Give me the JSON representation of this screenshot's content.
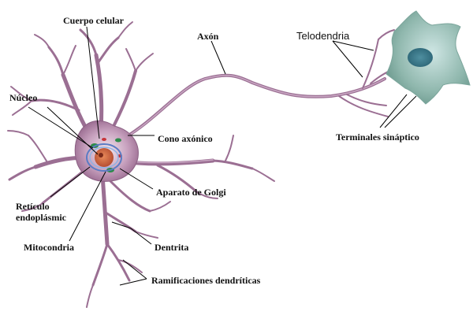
{
  "labels": {
    "cuerpo_celular": "Cuerpo celular",
    "axon": "Axón",
    "telodendria": "Telodendria",
    "nucleo": "Núcleo",
    "cono_axonico": "Cono axónico",
    "terminales": "Terminales sináptico",
    "aparato_golgi": "Aparato de Golgi",
    "reticulo_line1": "Retículo",
    "reticulo_line2": "endoplásmic",
    "mitocondria": "Mitocondria",
    "dentrita": "Dentrita",
    "ramificaciones": "Ramificaciones dendríticas"
  }
}
